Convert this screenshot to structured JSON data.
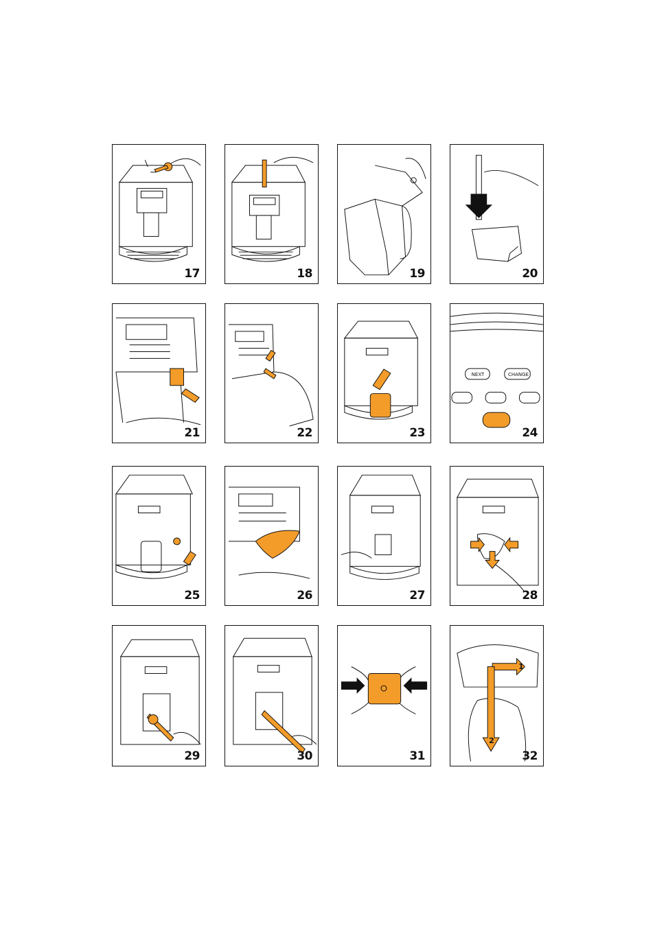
{
  "figures": [
    {
      "number": "17"
    },
    {
      "number": "18"
    },
    {
      "number": "19"
    },
    {
      "number": "20"
    },
    {
      "number": "21"
    },
    {
      "number": "22"
    },
    {
      "number": "23"
    },
    {
      "number": "24"
    },
    {
      "number": "25"
    },
    {
      "number": "26"
    },
    {
      "number": "27"
    },
    {
      "number": "28"
    },
    {
      "number": "29"
    },
    {
      "number": "30"
    },
    {
      "number": "31"
    },
    {
      "number": "32"
    }
  ],
  "panel_24": {
    "next_label": "NEXT",
    "change_label": "CHANGE"
  },
  "panel_32": {
    "step_1": "1",
    "step_2": "2"
  },
  "colors": {
    "accent": "#F39C2A",
    "ink": "#111111"
  }
}
